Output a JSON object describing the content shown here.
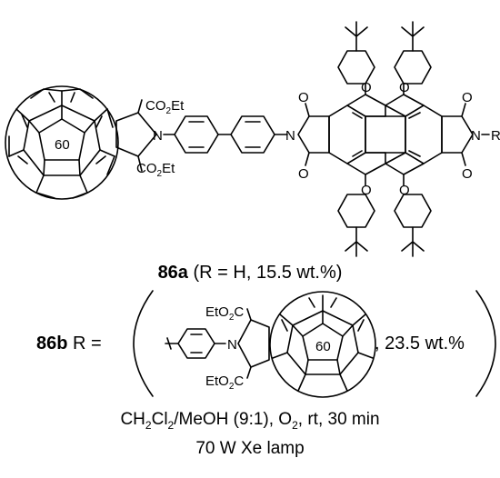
{
  "compounds": {
    "a": {
      "id": "86a",
      "text": " (R = H, 15.5 wt.%)"
    },
    "b": {
      "id": "86b",
      "r_eq": " R = ",
      "wt": ", 23.5 wt.%"
    }
  },
  "structure": {
    "fullerene_label": "60",
    "ester": "CO",
    "ester_sub": "2",
    "ester_tail": "Et",
    "ester_left": "EtO",
    "ester_left_tail": "C",
    "n": "N",
    "o": "O",
    "r": "R"
  },
  "conditions": {
    "line1_a": "CH",
    "line1_sub1": "2",
    "line1_b": "Cl",
    "line1_sub2": "2",
    "line1_c": "/MeOH (9:1), O",
    "line1_sub3": "2",
    "line1_d": ", rt, 30 min",
    "line2": "70 W Xe lamp"
  }
}
